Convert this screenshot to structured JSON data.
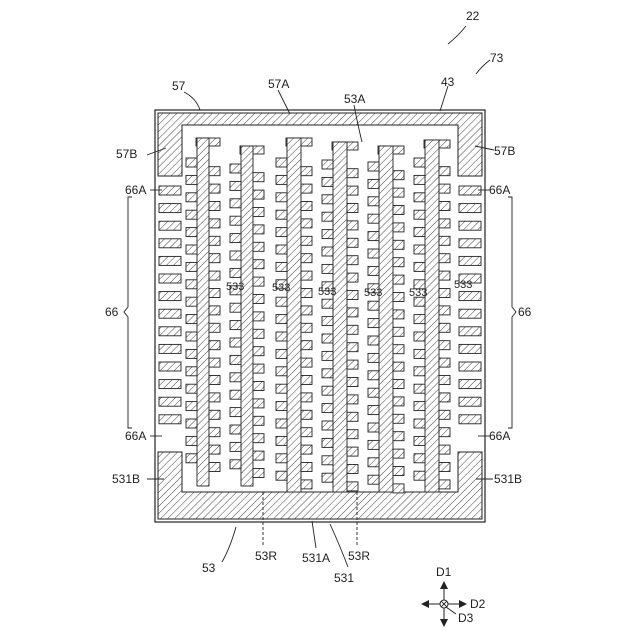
{
  "labels": {
    "ref_22": "22",
    "ref_73": "73",
    "ref_43": "43",
    "ref_57": "57",
    "ref_57A": "57A",
    "ref_53A": "53A",
    "ref_57B": "57B",
    "ref_66A": "66A",
    "ref_66": "66",
    "ref_533": "533",
    "ref_531B": "531B",
    "ref_53": "53",
    "ref_53R": "53R",
    "ref_531A": "531A",
    "ref_531": "531"
  },
  "axes": {
    "d1": "D1",
    "d2": "D2",
    "d3": "D3"
  }
}
